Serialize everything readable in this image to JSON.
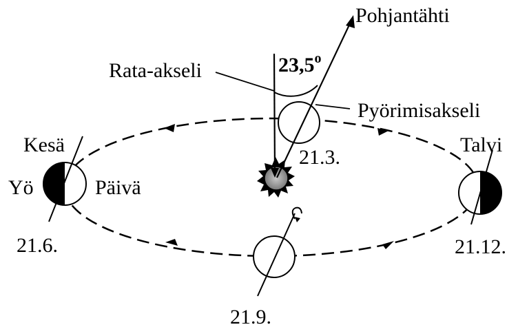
{
  "labels": {
    "north_star": "Pohjantähti",
    "orbital_axis": "Rata-akseli",
    "tilt_angle": "23,5",
    "degree_sign": "o",
    "rotation_axis": "Pyörimisakseli",
    "summer": "Kesä",
    "night": "Yö",
    "day": "Päivä",
    "winter": "Talvi",
    "date_march": "21.3.",
    "date_june": "21.6.",
    "date_september": "21.9.",
    "date_december": "21.12."
  },
  "colors": {
    "ink": "#000000",
    "sun_fill": "#9a9a9a",
    "background": "#ffffff"
  }
}
